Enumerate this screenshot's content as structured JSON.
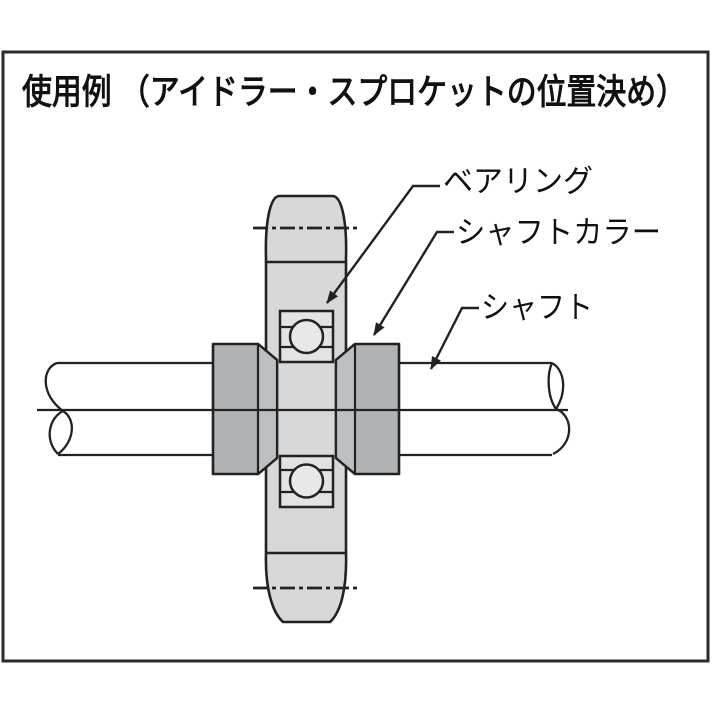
{
  "diagram": {
    "title": "使用例 （アイドラー・スプロケットの位置決め）",
    "callouts": [
      {
        "label": "ベアリング",
        "target": "bearing"
      },
      {
        "label": "シャフトカラー",
        "target": "shaft-collar"
      },
      {
        "label": "シャフト",
        "target": "shaft"
      }
    ],
    "parts": {
      "sprocket": "アイドラー・スプロケット",
      "bearing": "ベアリング",
      "shaft_collar": "シャフトカラー",
      "shaft": "シャフト"
    },
    "colors": {
      "background": "#ffffff",
      "frame": "#2b2b2b",
      "outline": "#222222",
      "text": "#111111",
      "sprocket": "#d6d8d9",
      "bearing_pocket": "#e1e3e4",
      "ball": "#e7e8e9",
      "collar": "#b0b3b5",
      "collar_face": "#bdc0c2"
    }
  }
}
